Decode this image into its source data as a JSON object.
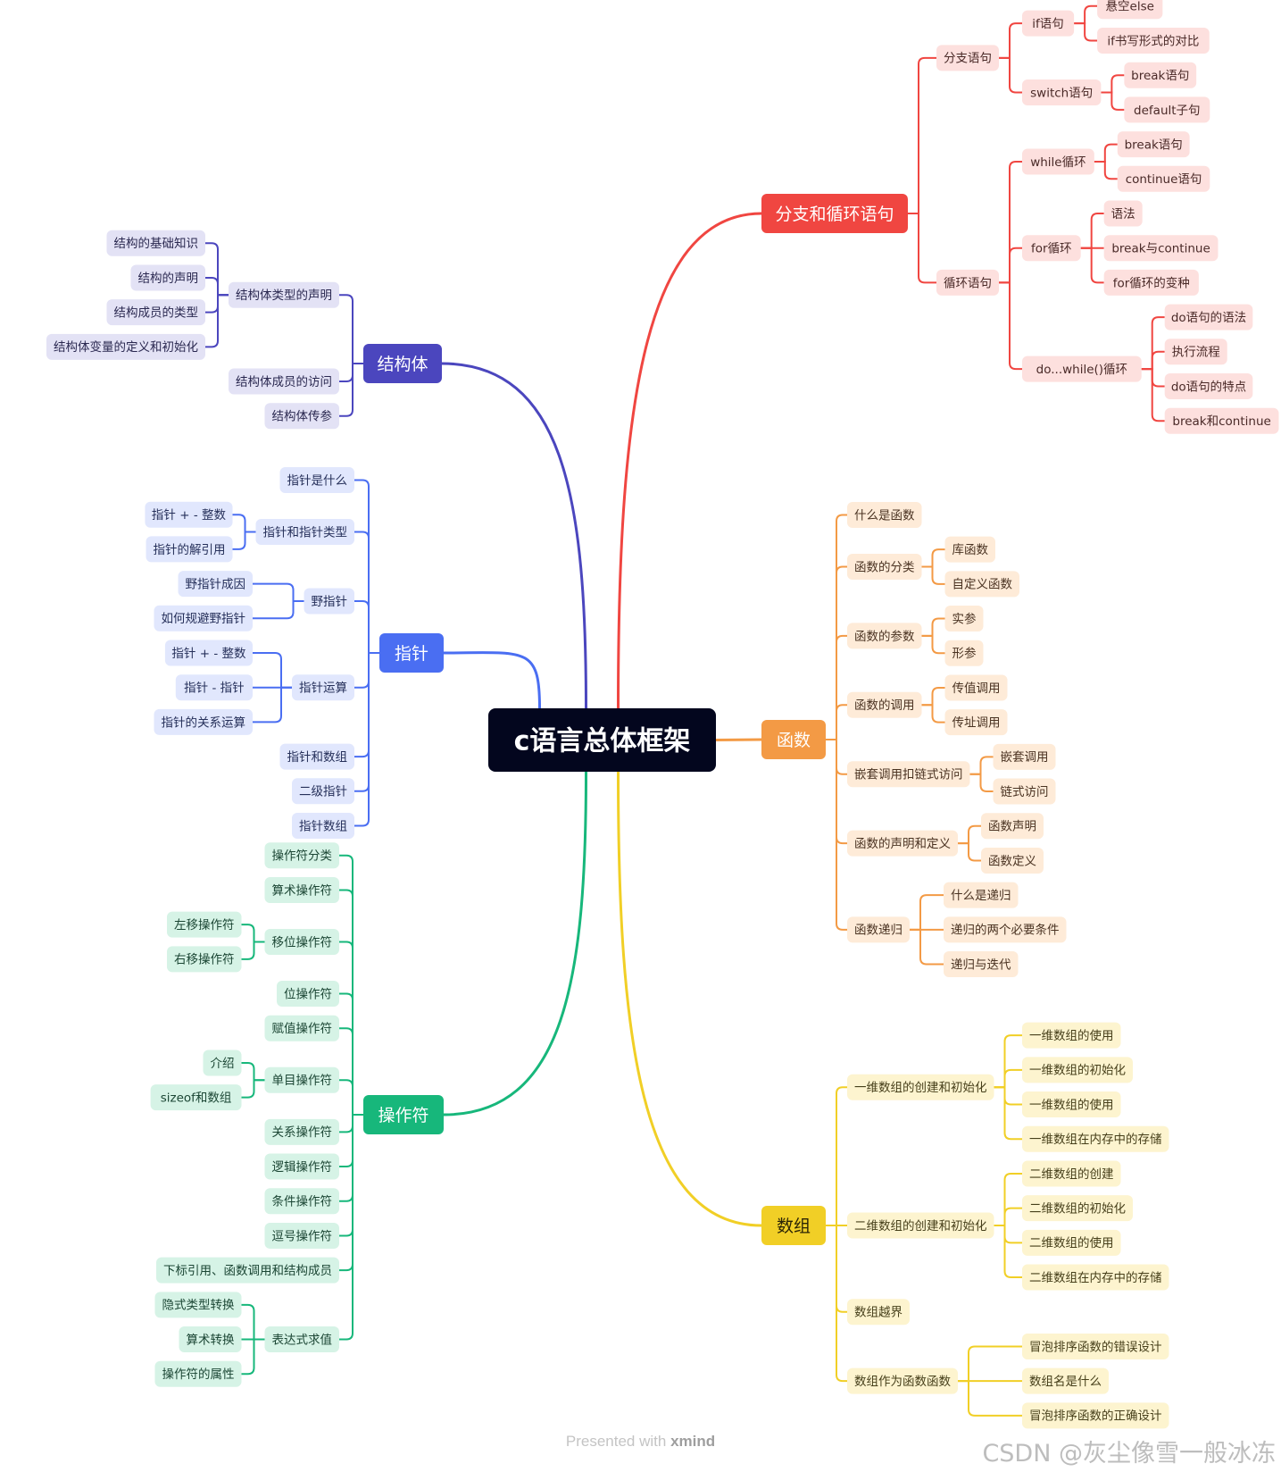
{
  "root": {
    "label": "c语言总体框架"
  },
  "branches": [
    {
      "label": "分支和循环语句",
      "color": "#f04641",
      "tint": "#fde0de",
      "textColor": "#4a2a28",
      "children": [
        {
          "label": "分支语句",
          "children": [
            {
              "label": "if语句",
              "children": [
                {
                  "label": "悬空else"
                },
                {
                  "label": "if书写形式的对比"
                }
              ]
            },
            {
              "label": "switch语句",
              "children": [
                {
                  "label": "break语句"
                },
                {
                  "label": "default子句"
                }
              ]
            }
          ]
        },
        {
          "label": "循环语句",
          "children": [
            {
              "label": "while循环",
              "children": [
                {
                  "label": "break语句"
                },
                {
                  "label": "continue语句"
                }
              ]
            },
            {
              "label": "for循环",
              "children": [
                {
                  "label": "语法"
                },
                {
                  "label": "break与continue"
                },
                {
                  "label": "for循环的变种"
                }
              ]
            },
            {
              "label": "do...while()循环",
              "children": [
                {
                  "label": "do语句的语法"
                },
                {
                  "label": "执行流程"
                },
                {
                  "label": "do语句的特点"
                },
                {
                  "label": "break和continue"
                }
              ]
            }
          ]
        }
      ]
    },
    {
      "label": "函数",
      "color": "#f39a45",
      "tint": "#feebd8",
      "textColor": "#4a3322",
      "children": [
        {
          "label": "什么是函数"
        },
        {
          "label": "函数的分类",
          "children": [
            {
              "label": "库函数"
            },
            {
              "label": "自定义函数"
            }
          ]
        },
        {
          "label": "函数的参数",
          "children": [
            {
              "label": "实参"
            },
            {
              "label": "形参"
            }
          ]
        },
        {
          "label": "函数的调用",
          "children": [
            {
              "label": "传值调用"
            },
            {
              "label": "传址调用"
            }
          ]
        },
        {
          "label": "嵌套调用扣链式访问",
          "children": [
            {
              "label": "嵌套调用"
            },
            {
              "label": "链式访问"
            }
          ]
        },
        {
          "label": "函数的声明和定义",
          "children": [
            {
              "label": "函数声明"
            },
            {
              "label": "函数定义"
            }
          ]
        },
        {
          "label": "函数递归",
          "children": [
            {
              "label": "什么是递归"
            },
            {
              "label": "递归的两个必要条件"
            },
            {
              "label": "递归与迭代"
            }
          ]
        }
      ]
    },
    {
      "label": "数组",
      "color": "#f1cf26",
      "tint": "#fdf4cf",
      "textColor": "#463f1a",
      "children": [
        {
          "label": "一维数组的创建和初始化",
          "children": [
            {
              "label": "一维数组的使用"
            },
            {
              "label": "一维数组的初始化"
            },
            {
              "label": "一维数组的使用"
            },
            {
              "label": "一维数组在内存中的存储"
            }
          ]
        },
        {
          "label": "二维数组的创建和初始化",
          "children": [
            {
              "label": "二维数组的创建"
            },
            {
              "label": "二维数组的初始化"
            },
            {
              "label": "二维数组的使用"
            },
            {
              "label": "二维数组在内存中的存储"
            }
          ]
        },
        {
          "label": "数组越界"
        },
        {
          "label": "数组作为函数函数",
          "children": [
            {
              "label": "冒泡排序函数的错误设计"
            },
            {
              "label": "数组名是什么"
            },
            {
              "label": "冒泡排序函数的正确设计"
            }
          ]
        }
      ]
    },
    {
      "label": "结构体",
      "color": "#4b46be",
      "tint": "#e3e2f5",
      "textColor": "#2a2850",
      "children": [
        {
          "label": "结构体类型的声明",
          "children": [
            {
              "label": "结构的基础知识"
            },
            {
              "label": "结构的声明"
            },
            {
              "label": "结构成员的类型"
            },
            {
              "label": "结构体变量的定义和初始化"
            }
          ]
        },
        {
          "label": "结构体成员的访问"
        },
        {
          "label": "结构体传参"
        }
      ]
    },
    {
      "label": "指针",
      "color": "#4a6ef2",
      "tint": "#e1e7fd",
      "textColor": "#26305a",
      "children": [
        {
          "label": "指针是什么"
        },
        {
          "label": "指针和指针类型",
          "children": [
            {
              "label": "指针 + - 整数"
            },
            {
              "label": "指针的解引用"
            }
          ]
        },
        {
          "label": "野指针",
          "children": [
            {
              "label": "野指针成因"
            },
            {
              "label": "如何规避野指针"
            }
          ]
        },
        {
          "label": "指针运算",
          "children": [
            {
              "label": "指针 + - 整数"
            },
            {
              "label": "指针 - 指针"
            },
            {
              "label": "指针的关系运算"
            }
          ]
        },
        {
          "label": "指针和数组"
        },
        {
          "label": "二级指针"
        },
        {
          "label": "指针数组"
        }
      ]
    },
    {
      "label": "操作符",
      "color": "#17b77b",
      "tint": "#d6f3e6",
      "textColor": "#1b4634",
      "children": [
        {
          "label": "操作符分类"
        },
        {
          "label": "算术操作符"
        },
        {
          "label": "移位操作符",
          "children": [
            {
              "label": "左移操作符"
            },
            {
              "label": "右移操作符"
            }
          ]
        },
        {
          "label": "位操作符"
        },
        {
          "label": "赋值操作符"
        },
        {
          "label": "单目操作符",
          "children": [
            {
              "label": "介绍"
            },
            {
              "label": "sizeof和数组"
            }
          ]
        },
        {
          "label": "关系操作符"
        },
        {
          "label": "逻辑操作符"
        },
        {
          "label": "条件操作符"
        },
        {
          "label": "逗号操作符"
        },
        {
          "label": "下标引用、函数调用和结构成员"
        },
        {
          "label": "表达式求值",
          "children": [
            {
              "label": "隐式类型转换"
            },
            {
              "label": "算术转换"
            },
            {
              "label": "操作符的属性"
            }
          ]
        }
      ]
    }
  ],
  "footer": {
    "presented_prefix": "Presented with",
    "presented_brand": "xmind",
    "watermark": "CSDN @灰尘像雪一般冰冻"
  }
}
